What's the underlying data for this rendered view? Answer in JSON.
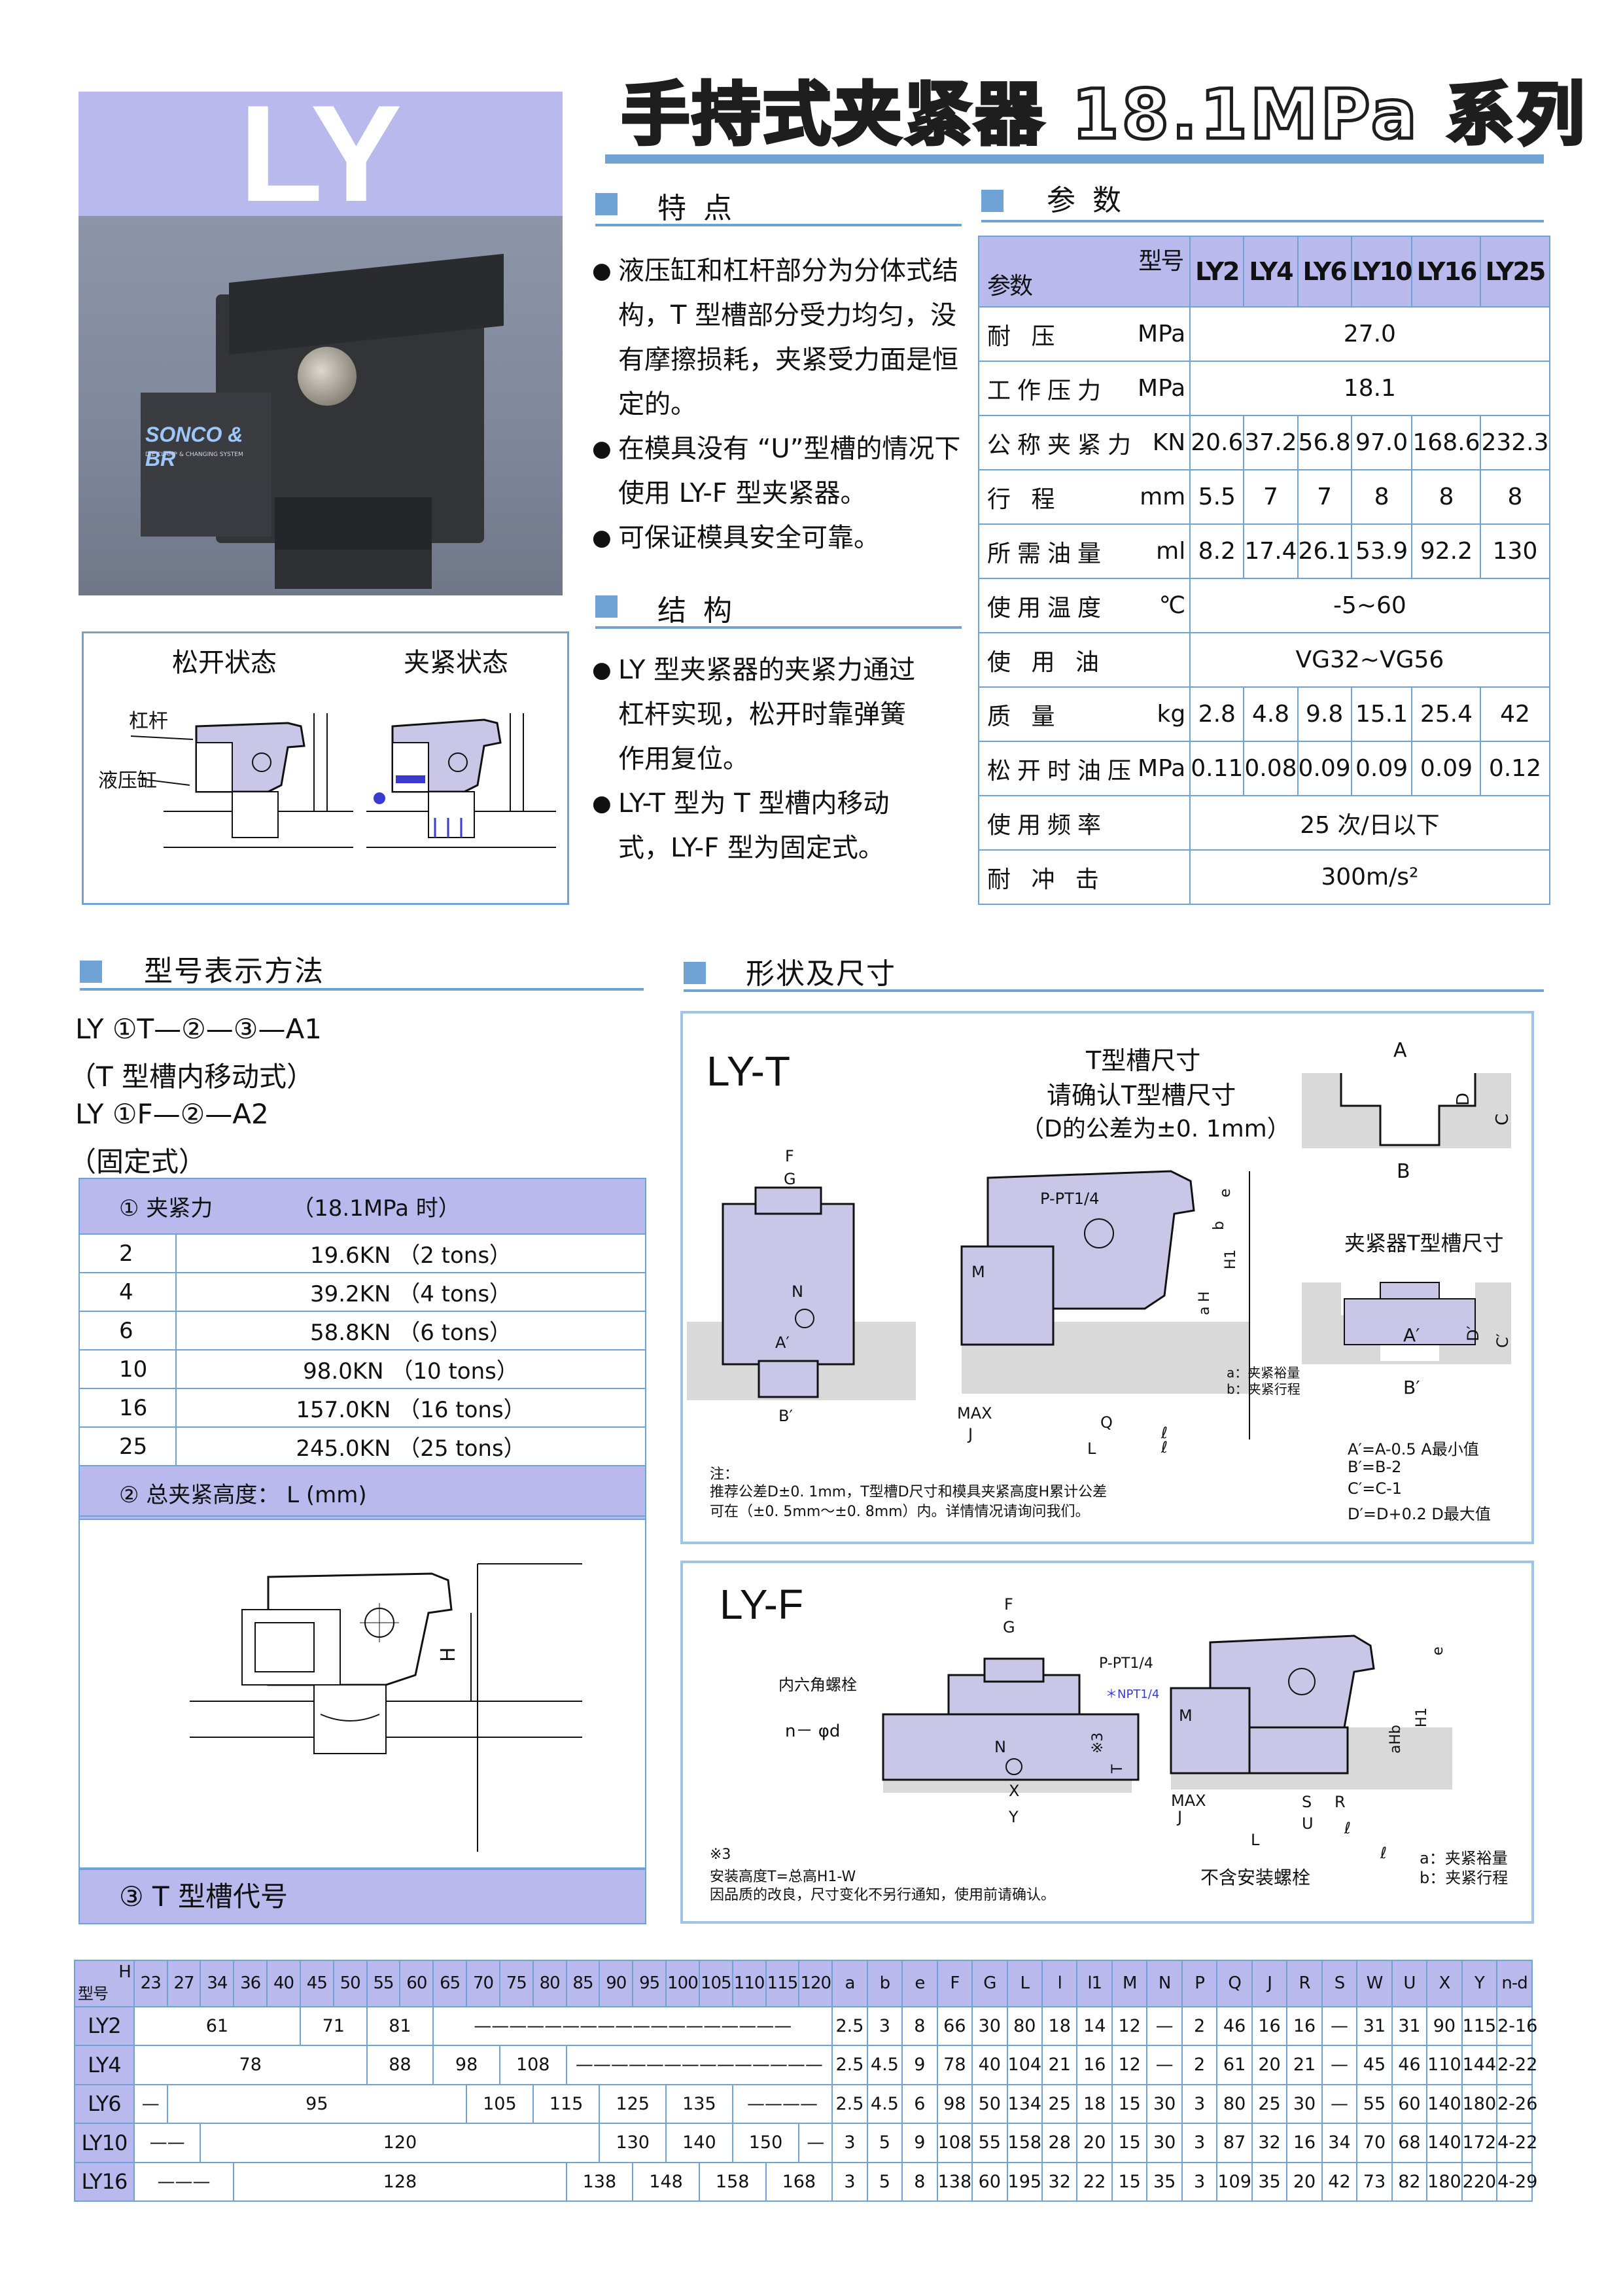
{
  "header": {
    "series_badge": "LY",
    "title": "手持式夹紧器 18.1MPa 系列"
  },
  "photo": {
    "logo_text": "SONCO & BR",
    "logo_sub": "DIE CLAMP & CHANGING SYSTEM"
  },
  "states": {
    "open": "松开状态",
    "clamp": "夹紧状态",
    "lever": "杠杆",
    "cylinder": "液压缸"
  },
  "features": {
    "title": "特 点",
    "items": [
      "液压缸和杠杆部分为分体式结构，T 型槽部分受力均匀，没有摩擦损耗，夹紧受力面是恒定的。",
      "在模具没有 “U”型槽的情况下使用 LY-F 型夹紧器。",
      "可保证模具安全可靠。"
    ]
  },
  "structure": {
    "title": "结 构",
    "items": [
      "LY 型夹紧器的夹紧力通过杠杆实现，松开时靠弹簧作用复位。",
      "LY-T 型为 T 型槽内移动式，LY-F 型为固定式。"
    ]
  },
  "params": {
    "title": "参 数",
    "header_model": "型号",
    "header_param": "参数",
    "models": [
      "LY2",
      "LY4",
      "LY6",
      "LY10",
      "LY16",
      "LY25"
    ],
    "rows": [
      {
        "name": "耐 压",
        "unit": "MPa",
        "span": "27.0"
      },
      {
        "name": "工作压力",
        "unit": "MPa",
        "span": "18.1"
      },
      {
        "name": "公称夹紧力",
        "unit": "KN",
        "values": [
          "20.6",
          "37.2",
          "56.8",
          "97.0",
          "168.6",
          "232.3"
        ]
      },
      {
        "name": "行 程",
        "unit": "mm",
        "values": [
          "5.5",
          "7",
          "7",
          "8",
          "8",
          "8"
        ]
      },
      {
        "name": "所需油量",
        "unit": "ml",
        "values": [
          "8.2",
          "17.4",
          "26.1",
          "53.9",
          "92.2",
          "130"
        ]
      },
      {
        "name": "使用温度",
        "unit": "℃",
        "span": "-5~60"
      },
      {
        "name": "使 用 油",
        "unit": "",
        "span": "VG32~VG56"
      },
      {
        "name": "质 量",
        "unit": "kg",
        "values": [
          "2.8",
          "4.8",
          "9.8",
          "15.1",
          "25.4",
          "42"
        ]
      },
      {
        "name": "松开时油压",
        "unit": "MPa",
        "values": [
          "0.11",
          "0.08",
          "0.09",
          "0.09",
          "0.09",
          "0.12"
        ]
      },
      {
        "name": "使用频率",
        "unit": "",
        "span": "25 次/日以下"
      },
      {
        "name": "耐 冲 击",
        "unit": "",
        "span": "300m/s²"
      }
    ]
  },
  "model_code": {
    "title": "型号表示方法",
    "line1": "LY ①T—②—③—A1",
    "line1_note": "（T 型槽内移动式）",
    "line2": "LY ①F—②—A2",
    "line2_note": "（固定式）",
    "force_header": "①  夹紧力",
    "force_header_note": "（18.1MPa 时）",
    "force_rows": [
      {
        "code": "2",
        "value": "19.6KN （2 tons）"
      },
      {
        "code": "4",
        "value": "39.2KN （4 tons）"
      },
      {
        "code": "6",
        "value": "58.8KN （6 tons）"
      },
      {
        "code": "10",
        "value": "98.0KN （10 tons）"
      },
      {
        "code": "16",
        "value": "157.0KN （16 tons）"
      },
      {
        "code": "25",
        "value": "245.0KN （25 tons）"
      }
    ],
    "height_header": "②  总夹紧高度：  L (mm)",
    "tslot_header": "③  T 型槽代号"
  },
  "shape": {
    "title": "形状及尺寸",
    "lyt": {
      "name": "LY-T",
      "tslot_note_1": "T型槽尺寸",
      "tslot_note_2": "请确认T型槽尺寸",
      "tslot_note_3": "（D的公差为±0. 1mm）",
      "clamp_tslot": "夹紧器T型槽尺寸",
      "ab_a": "a：夹紧裕量",
      "ab_b": "b：夹紧行程",
      "note_head": "注：",
      "note_1": "推荐公差D±0. 1mm，T型槽D尺寸和模具夹紧高度H累计公差",
      "note_2": "可在（±0. 5mm～±0. 8mm）内。详情情况请询问我们。",
      "formula_1": "A′=A-0.5  A最小值",
      "formula_2": "B′=B-2",
      "formula_3": "C′=C-1",
      "formula_4": "D′=D+0.2  D最大值",
      "ppt": "P-PT1/4"
    },
    "lyf": {
      "name": "LY-F",
      "bolt": "内六角螺栓",
      "nd": "n－ φd",
      "ppt": "P-PT1/4",
      "npt": "＊NPT1/4",
      "note_1": "※3",
      "note_2": "安装高度T=总高H1-W",
      "note_3": "因品质的改良，尺寸变化不另行通知，使用前请确认。",
      "no_bolt": "不含安装螺栓",
      "ab_a": "a：夹紧裕量",
      "ab_b": "b：夹紧行程"
    }
  },
  "dims_table": {
    "corner_h": "H",
    "corner_model": "型号",
    "h_values": [
      "23",
      "27",
      "34",
      "36",
      "40",
      "45",
      "50",
      "55",
      "60",
      "65",
      "70",
      "75",
      "80",
      "85",
      "90",
      "95",
      "100",
      "105",
      "110",
      "115",
      "120"
    ],
    "columns": [
      "a",
      "b",
      "e",
      "F",
      "G",
      "L",
      "l",
      "l1",
      "M",
      "N",
      "P",
      "Q",
      "J",
      "R",
      "S",
      "W",
      "U",
      "X",
      "Y",
      "n-d"
    ],
    "rows": [
      {
        "model": "LY2",
        "h_cells": [
          {
            "span": 5,
            "text": "61"
          },
          {
            "span": 2,
            "text": "71"
          },
          {
            "span": 2,
            "text": "81"
          },
          {
            "span": 12,
            "text": "——————————————————"
          }
        ],
        "values": [
          "2.5",
          "3",
          "8",
          "66",
          "30",
          "80",
          "18",
          "14",
          "12",
          "—",
          "2",
          "46",
          "16",
          "16",
          "—",
          "31",
          "31",
          "90",
          "115",
          "2-16"
        ]
      },
      {
        "model": "LY4",
        "h_cells": [
          {
            "span": 7,
            "text": "78"
          },
          {
            "span": 2,
            "text": "88"
          },
          {
            "span": 2,
            "text": "98"
          },
          {
            "span": 2,
            "text": "108"
          },
          {
            "span": 8,
            "text": "——————————————"
          }
        ],
        "values": [
          "2.5",
          "4.5",
          "9",
          "78",
          "40",
          "104",
          "21",
          "16",
          "12",
          "—",
          "2",
          "61",
          "20",
          "21",
          "—",
          "45",
          "46",
          "110",
          "144",
          "2-22"
        ]
      },
      {
        "model": "LY6",
        "h_cells": [
          {
            "span": 1,
            "text": "—"
          },
          {
            "span": 9,
            "text": "95"
          },
          {
            "span": 2,
            "text": "105"
          },
          {
            "span": 2,
            "text": "115"
          },
          {
            "span": 2,
            "text": "125"
          },
          {
            "span": 2,
            "text": "135"
          },
          {
            "span": 3,
            "text": "————"
          }
        ],
        "values": [
          "2.5",
          "4.5",
          "6",
          "98",
          "50",
          "134",
          "25",
          "18",
          "15",
          "30",
          "3",
          "80",
          "25",
          "30",
          "—",
          "55",
          "60",
          "140",
          "180",
          "2-26"
        ]
      },
      {
        "model": "LY10",
        "h_cells": [
          {
            "span": 2,
            "text": "——"
          },
          {
            "span": 12,
            "text": "120"
          },
          {
            "span": 2,
            "text": "130"
          },
          {
            "span": 2,
            "text": "140"
          },
          {
            "span": 2,
            "text": "150"
          },
          {
            "span": 1,
            "text": "—"
          }
        ],
        "values": [
          "3",
          "5",
          "9",
          "108",
          "55",
          "158",
          "28",
          "20",
          "15",
          "30",
          "3",
          "87",
          "32",
          "16",
          "34",
          "70",
          "68",
          "140",
          "172",
          "4-22"
        ]
      },
      {
        "model": "LY16",
        "h_cells": [
          {
            "span": 3,
            "text": "———"
          },
          {
            "span": 10,
            "text": "128"
          },
          {
            "span": 2,
            "text": "138"
          },
          {
            "span": 2,
            "text": "148"
          },
          {
            "span": 2,
            "text": "158"
          },
          {
            "span": 2,
            "text": "168"
          }
        ],
        "values": [
          "3",
          "5",
          "8",
          "138",
          "60",
          "195",
          "32",
          "22",
          "15",
          "35",
          "3",
          "109",
          "35",
          "20",
          "42",
          "73",
          "82",
          "180",
          "220",
          "4-29"
        ]
      }
    ]
  },
  "colors": {
    "accent": "#6fa3d6",
    "band": "#b9b9ee",
    "part_fill": "#c9c6e8"
  }
}
